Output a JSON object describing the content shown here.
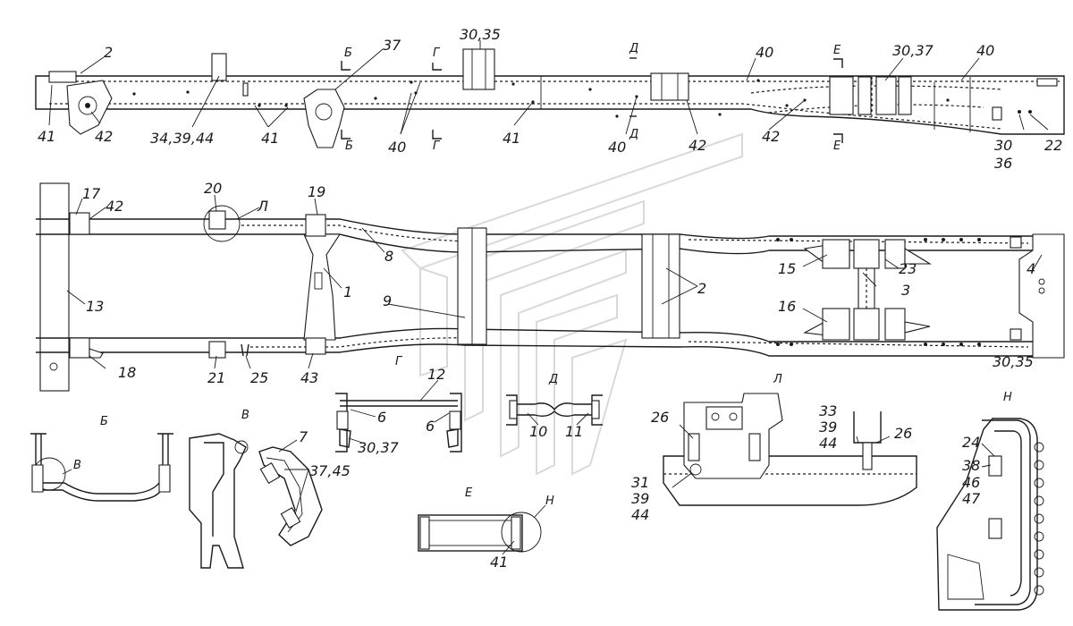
{
  "top_view_labels": [
    {
      "id": "l2",
      "text": "2"
    },
    {
      "id": "l37",
      "text": "37"
    },
    {
      "id": "l3035a",
      "text": "30,35"
    },
    {
      "id": "l40a",
      "text": "40"
    },
    {
      "id": "l3037a",
      "text": "30,37"
    },
    {
      "id": "l40b",
      "text": "40"
    },
    {
      "id": "l41a",
      "text": "41"
    },
    {
      "id": "l42a",
      "text": "42"
    },
    {
      "id": "l343944",
      "text": "34,39,44"
    },
    {
      "id": "l41b",
      "text": "41"
    },
    {
      "id": "l40c",
      "text": "40"
    },
    {
      "id": "l41c",
      "text": "41"
    },
    {
      "id": "l40d",
      "text": "40"
    },
    {
      "id": "l42b",
      "text": "42"
    },
    {
      "id": "l42c",
      "text": "42"
    },
    {
      "id": "l30",
      "text": "30"
    },
    {
      "id": "l36",
      "text": "36"
    },
    {
      "id": "l22",
      "text": "22"
    }
  ],
  "section_marks": [
    "Б",
    "Г",
    "Д",
    "Е",
    "Б",
    "Г",
    "Д",
    "Е"
  ],
  "plan_labels": [
    {
      "id": "p17",
      "text": "17"
    },
    {
      "id": "p42",
      "text": "42"
    },
    {
      "id": "p20",
      "text": "20"
    },
    {
      "id": "pL",
      "text": "Л"
    },
    {
      "id": "p19",
      "text": "19"
    },
    {
      "id": "p8",
      "text": "8"
    },
    {
      "id": "p1",
      "text": "1"
    },
    {
      "id": "p9",
      "text": "9"
    },
    {
      "id": "p2",
      "text": "2"
    },
    {
      "id": "p13",
      "text": "13"
    },
    {
      "id": "p15",
      "text": "15"
    },
    {
      "id": "p23",
      "text": "23"
    },
    {
      "id": "p3",
      "text": "3"
    },
    {
      "id": "p4",
      "text": "4"
    },
    {
      "id": "p16",
      "text": "16"
    },
    {
      "id": "p18",
      "text": "18"
    },
    {
      "id": "p21",
      "text": "21"
    },
    {
      "id": "p25",
      "text": "25"
    },
    {
      "id": "p43",
      "text": "43"
    },
    {
      "id": "p3035",
      "text": "30,35"
    }
  ],
  "detail_views": {
    "b": {
      "title": "Б",
      "callout": "В"
    },
    "v": {
      "title": "В",
      "labels": [
        "7",
        "37,45"
      ]
    },
    "g": {
      "title": "Г",
      "labels": [
        "12",
        "6",
        "6",
        "30,37"
      ]
    },
    "d": {
      "title": "Д",
      "labels": [
        "10",
        "11"
      ]
    },
    "e": {
      "title": "Е",
      "callout": "Н",
      "labels": [
        "41"
      ]
    },
    "l": {
      "title": "Л",
      "labels": [
        "26",
        "33",
        "39",
        "44",
        "26",
        "31",
        "39",
        "44"
      ]
    },
    "n": {
      "title": "Н",
      "labels": [
        "24",
        "38",
        "46",
        "47"
      ]
    }
  }
}
